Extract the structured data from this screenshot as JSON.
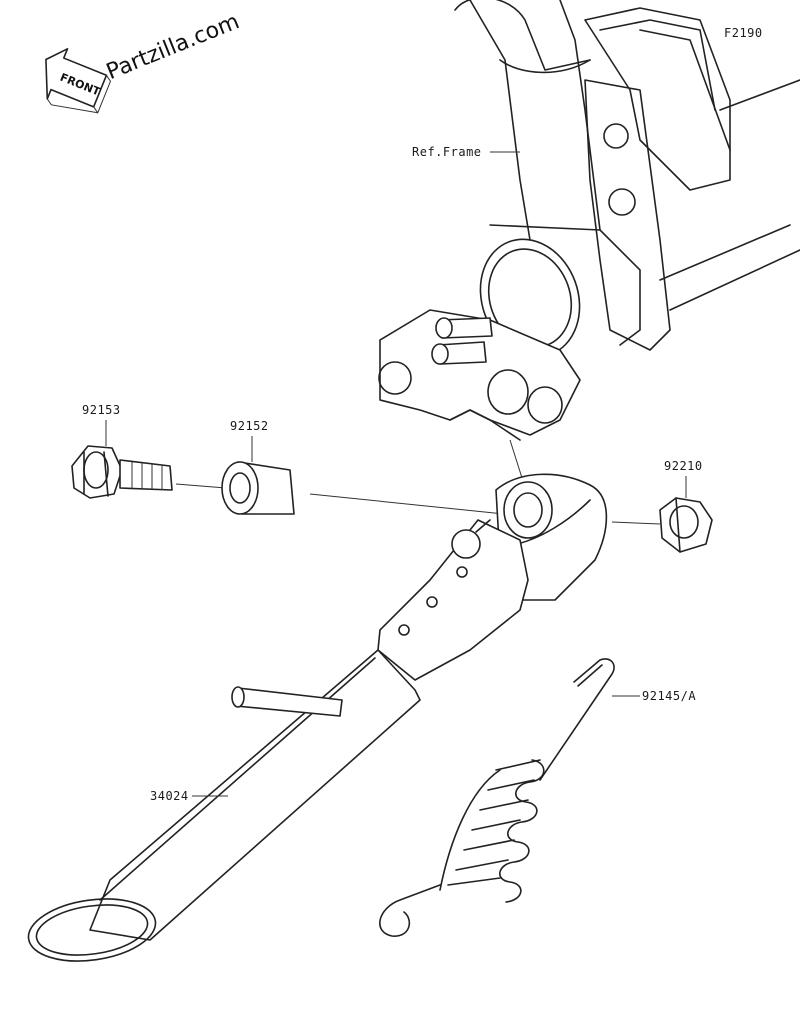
{
  "watermark": "© Partzilla.com",
  "front_badge": "FRONT",
  "figure_code": "F2190",
  "reference_label": "Ref.Frame",
  "parts": {
    "bolt": "92153",
    "collar": "92152",
    "nut": "92210",
    "spring": "92145/A",
    "side_stand": "34024"
  }
}
